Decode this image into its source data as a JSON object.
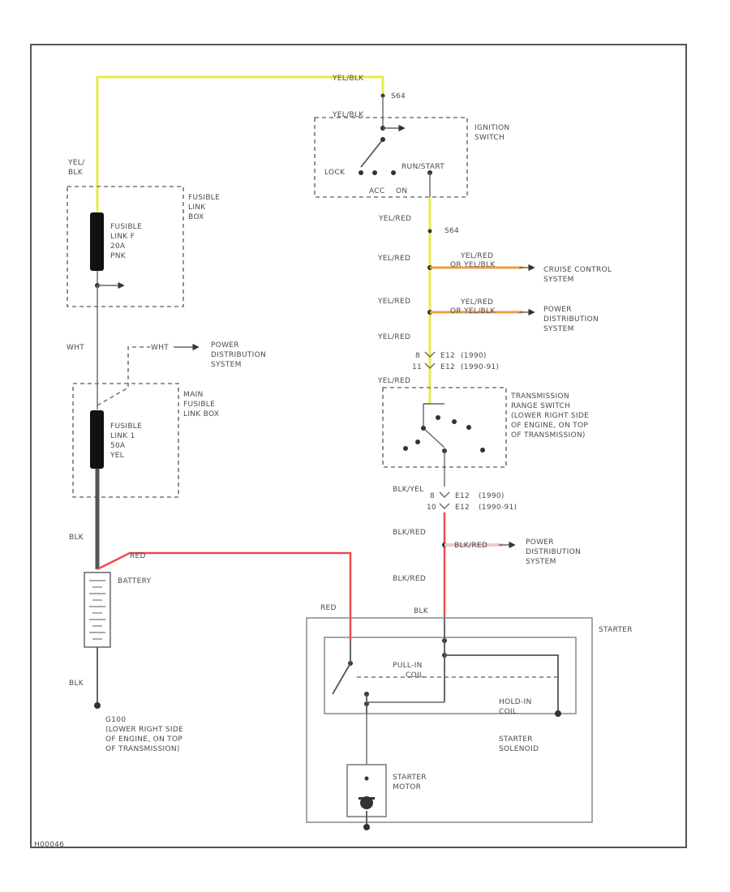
{
  "colors": {
    "yellow": "#e6ec4a",
    "red": "#ee4b4b",
    "orange": "#e8a040",
    "pink": "#f2c8c8",
    "frame": "#555555"
  },
  "labels": {
    "yel_blk_top": "YEL/BLK",
    "s_top": "S64",
    "yel_blk_sw": "YEL/BLK",
    "ignition_switch_1": "IGNITION",
    "ignition_switch_2": "SWITCH",
    "lock": "LOCK",
    "run_start": "RUN/START",
    "acc": "ACC",
    "on": "ON",
    "yel_blk_left_1": "YEL/",
    "yel_blk_left_2": "BLK",
    "fuse_box_1": "FUSIBLE",
    "fuse_box_2": "LINK",
    "fuse_box_3": "BOX",
    "fl2_1": "FUSIBLE",
    "fl2_2": "LINK F",
    "fl2_3": "20A",
    "fl2_4": "PNK",
    "yel_red_1": "YEL/RED",
    "s_mid": "S64",
    "yel_red_2": "YEL/RED",
    "yel_red_cc": "YEL/RED",
    "cc_sub": "OR YEL/BLK",
    "cruise_1": "CRUISE CONTROL",
    "cruise_2": "SYSTEM",
    "yel_red_3": "YEL/RED",
    "yel_red_pd": "YEL/RED",
    "pd_sub": "OR YEL/BLK",
    "pd1_1": "POWER",
    "pd1_2": "DISTRIBUTION",
    "pd1_3": "SYSTEM",
    "yel_red_4": "YEL/RED",
    "c1_1": "8",
    "c1_2": "E12",
    "c1_3": "(1990)",
    "c2_1": "11",
    "c2_2": "E12",
    "c2_3": "(1990-91)",
    "yel_red_5": "YEL/RED",
    "trs_1": "TRANSMISSION",
    "trs_2": "RANGE SWITCH",
    "trs_3": "(LOWER RIGHT SIDE",
    "trs_4": "OF ENGINE, ON TOP",
    "trs_5": "OF TRANSMISSION)",
    "wht": "WHT",
    "wht2": "WHT",
    "pd2_1": "POWER",
    "pd2_2": "DISTRIBUTION",
    "pd2_3": "SYSTEM",
    "main_fl_1": "MAIN",
    "main_fl_2": "FUSIBLE",
    "main_fl_3": "LINK BOX",
    "fl1_1": "FUSIBLE",
    "fl1_2": "LINK 1",
    "fl1_3": "50A",
    "fl1_4": "YEL",
    "blk_yel": "BLK/YEL",
    "c3_1": "8",
    "c3_2": "E12",
    "c3_3": "(1990)",
    "c4_1": "10",
    "c4_2": "E12",
    "c4_3": "(1990-91)",
    "blk_red_1": "BLK/RED",
    "blk_red_pd": "BLK/RED",
    "pd3_1": "POWER",
    "pd3_2": "DISTRIBUTION",
    "pd3_3": "SYSTEM",
    "blk_red_2": "BLK/RED",
    "blk_bat": "BLK",
    "red_bat": "RED",
    "battery": "BATTERY",
    "red_st": "RED",
    "blk_st": "BLK",
    "starter": "STARTER",
    "pull_in_1": "PULL-IN",
    "pull_in_2": "COIL",
    "hold_in_1": "HOLD-IN",
    "hold_in_2": "COIL",
    "blk_gnd": "BLK",
    "g_1": "G100",
    "g_2": "(LOWER RIGHT SIDE",
    "g_3": "OF ENGINE, ON TOP",
    "g_4": "OF TRANSMISSION)",
    "sol_1": "STARTER",
    "sol_2": "SOLENOID",
    "motor_1": "STARTER",
    "motor_2": "MOTOR",
    "code": "H00046"
  }
}
